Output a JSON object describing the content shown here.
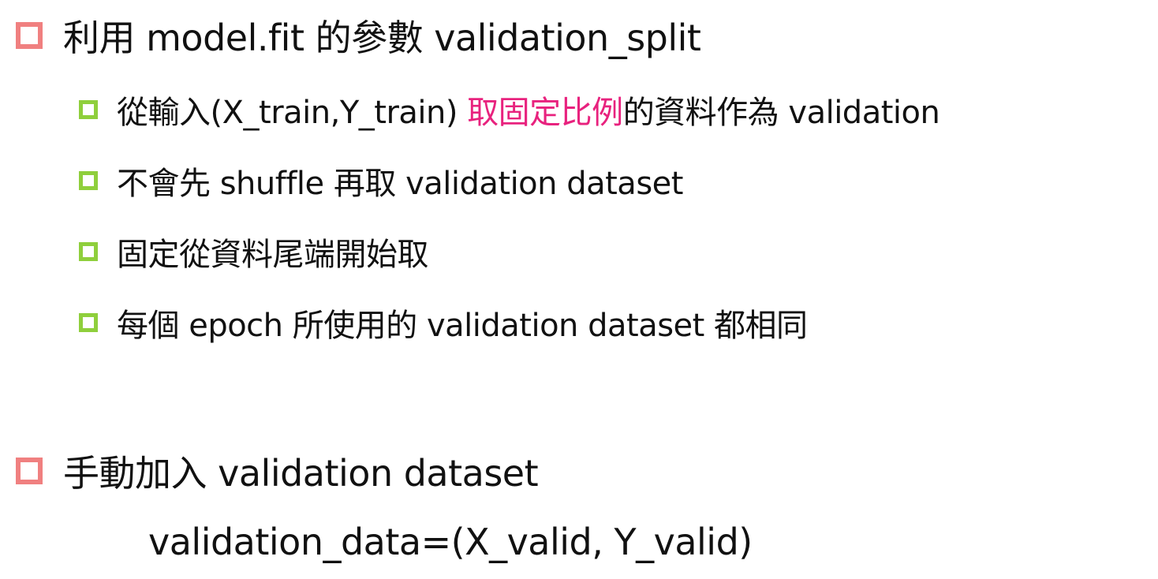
{
  "colors": {
    "level1_bullet": "#f08080",
    "level2_bullet": "#8fcf3c",
    "highlight": "#e8227e",
    "text": "#111111"
  },
  "bullet1": {
    "text": "利用 model.fit 的參數 validation_split"
  },
  "sub_items": [
    {
      "before": "從輸入(X_train,Y_train) ",
      "highlight": "取固定比例",
      "after": "的資料作為 validation"
    },
    {
      "text": "不會先 shuffle 再取 validation dataset"
    },
    {
      "text": "固定從資料尾端開始取"
    },
    {
      "text": "每個 epoch 所使用的 validation dataset 都相同"
    }
  ],
  "bullet2": {
    "text": "手動加入 validation dataset"
  },
  "code_line": "validation_data=(X_valid, Y_valid)"
}
